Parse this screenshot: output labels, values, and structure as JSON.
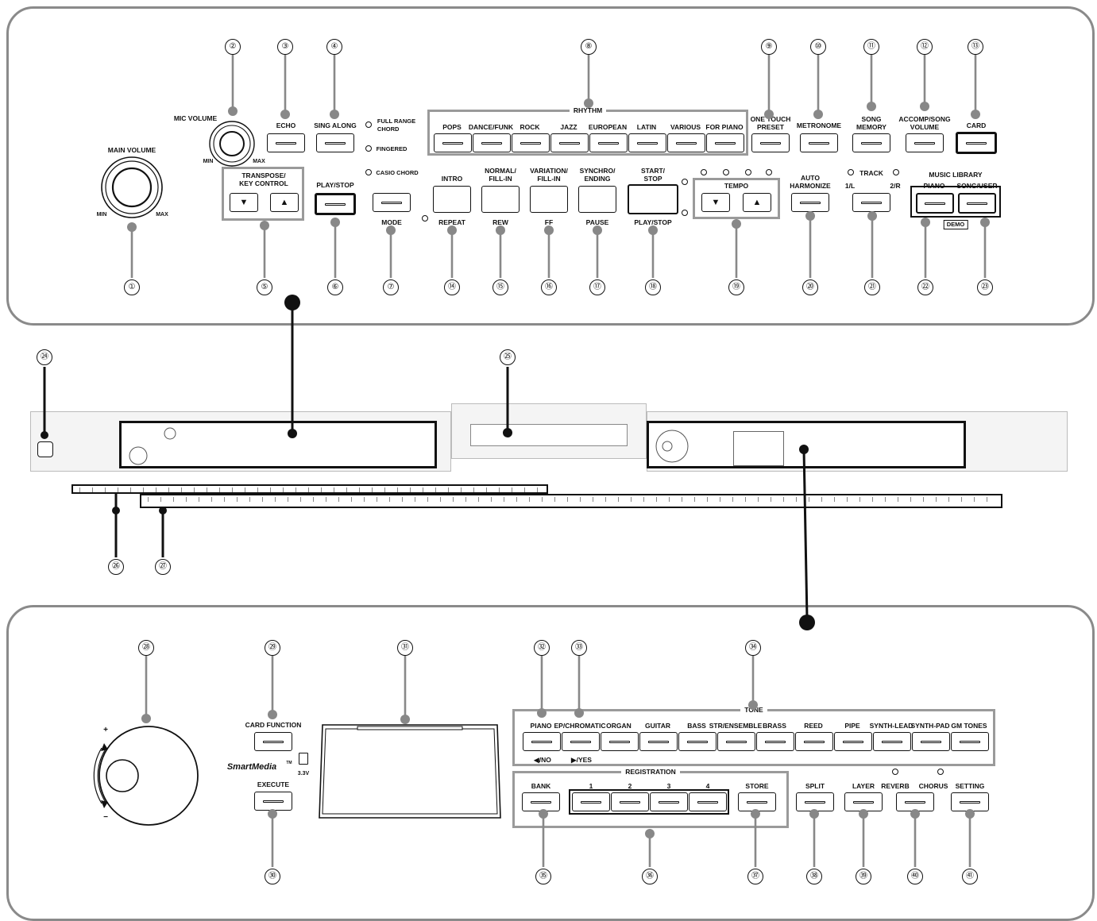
{
  "top_panel": {
    "labels": {
      "main_volume": "MAIN VOLUME",
      "min": "MIN",
      "max": "MAX",
      "mic_volume": "MIC VOLUME",
      "mic_min": "MIN",
      "mic_max": "MAX",
      "echo": "ECHO",
      "sing_along": "SING ALONG",
      "full_range_chord": "FULL RANGE\nCHORD",
      "fingered": "FINGERED",
      "casio_chord": "CASIO CHORD",
      "transpose": "TRANSPOSE/\nKEY CONTROL",
      "play_stop": "PLAY/STOP",
      "mode": "MODE",
      "rhythm": "RHYTHM",
      "intro": "INTRO",
      "repeat": "REPEAT",
      "normal_fill": "NORMAL/\nFILL-IN",
      "rew": "REW",
      "variation_fill": "VARIATION/\nFILL-IN",
      "ff": "FF",
      "synchro_ending": "SYNCHRO/\nENDING",
      "pause": "PAUSE",
      "start_stop": "START/\nSTOP",
      "start_play_stop": "PLAY/STOP",
      "tempo": "TEMPO",
      "one_touch_preset": "ONE TOUCH\nPRESET",
      "metronome": "METRONOME",
      "song_memory": "SONG\nMEMORY",
      "accomp_song_volume": "ACCOMP/SONG\nVOLUME",
      "card": "CARD",
      "auto_harmonize": "AUTO\nHARMONIZE",
      "track": "TRACK",
      "track_1l": "1/L",
      "track_2r": "2/R",
      "music_library": "MUSIC LIBRARY",
      "piano": "PIANO",
      "song_user": "SONG/USER",
      "demo": "DEMO"
    },
    "rhythm_buttons": [
      "POPS",
      "DANCE/FUNK",
      "ROCK",
      "JAZZ",
      "EUROPEAN",
      "LATIN",
      "VARIOUS",
      "FOR PIANO"
    ],
    "arrow_down": "▼",
    "arrow_up": "▲"
  },
  "bottom_panel": {
    "labels": {
      "card_function": "CARD FUNCTION",
      "smartmedia": "SmartMedia",
      "tm": "TM",
      "voltage": "3.3V",
      "execute": "EXECUTE",
      "tone": "TONE",
      "no": "◀/NO",
      "yes": "▶/YES",
      "registration": "REGISTRATION",
      "bank": "BANK",
      "store": "STORE",
      "split": "SPLIT",
      "layer": "LAYER",
      "reverb": "REVERB",
      "chorus": "CHORUS",
      "setting": "SETTING",
      "plus": "+",
      "minus": "−"
    },
    "tone_buttons": [
      "PIANO",
      "EP/CHROMATIC",
      "ORGAN",
      "GUITAR",
      "BASS",
      "STR/ENSEMBLE",
      "BRASS",
      "REED",
      "PIPE",
      "SYNTH-LEAD",
      "SYNTH-PAD",
      "GM TONES"
    ],
    "registration_buttons": [
      "1",
      "2",
      "3",
      "4"
    ]
  },
  "callouts": [
    "①",
    "②",
    "③",
    "④",
    "⑤",
    "⑥",
    "⑦",
    "⑧",
    "⑨",
    "⑩",
    "⑪",
    "⑫",
    "⑬",
    "⑭",
    "⑮",
    "⑯",
    "⑰",
    "⑱",
    "⑲",
    "⑳",
    "㉑",
    "㉒",
    "㉓",
    "㉔",
    "㉕",
    "㉖",
    "㉗",
    "㉘",
    "㉙",
    "㉚",
    "㉛",
    "㉜",
    "㉝",
    "㉞",
    "㉟",
    "㊱",
    "㊲",
    "㊳",
    "㊴",
    "㊵",
    "㊶"
  ]
}
